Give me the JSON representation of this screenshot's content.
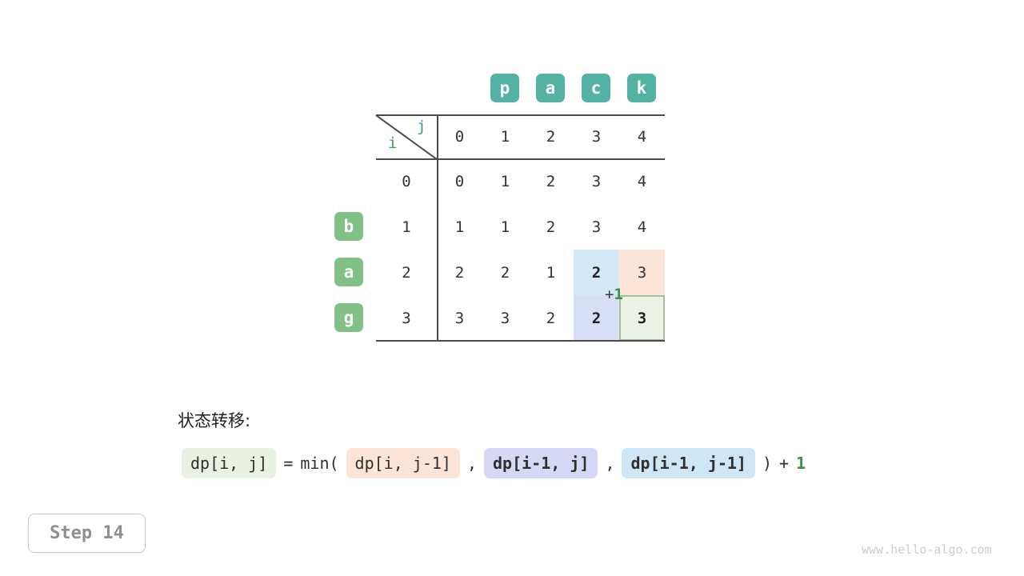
{
  "meta": {
    "watermark": "www.hello-algo.com"
  },
  "step": {
    "label": "Step 14"
  },
  "matrix": {
    "col_chars": [
      "p",
      "a",
      "c",
      "k"
    ],
    "row_chars": [
      "b",
      "a",
      "g"
    ],
    "corner": {
      "row_var": "i",
      "col_var": "j"
    },
    "col_indices": [
      "0",
      "1",
      "2",
      "3",
      "4"
    ],
    "row_indices": [
      "0",
      "1",
      "2",
      "3"
    ],
    "cells": [
      [
        "0",
        "1",
        "2",
        "3",
        "4"
      ],
      [
        "1",
        "1",
        "2",
        "3",
        "4"
      ],
      [
        "2",
        "2",
        "1",
        "2",
        "3"
      ],
      [
        "3",
        "3",
        "2",
        "2",
        "3"
      ]
    ],
    "annotation": {
      "plus": "+",
      "one": "1"
    }
  },
  "formula": {
    "heading": "状态转移:",
    "lhs": "dp[i, j]",
    "equals": "=",
    "min_open": "min(",
    "arg_left": "dp[i, j-1]",
    "comma1": ",",
    "arg_up": "dp[i-1, j]",
    "comma2": ",",
    "arg_diag": "dp[i-1, j-1]",
    "paren_close": ")",
    "plus": "+",
    "one": "1"
  },
  "colors": {
    "teal_tile": "#53b2a4",
    "green_tile": "#81c185",
    "row_var_green": "#4a9e52",
    "col_var_teal": "#2ea093",
    "highlight_blue": "#d4e9f7",
    "highlight_peach": "#fce4d6",
    "highlight_lavender": "#d9def7",
    "highlight_current_green": "#ebf2e6",
    "current_cell_border": "#a3bf9b",
    "accent_green": "#3e9142"
  }
}
